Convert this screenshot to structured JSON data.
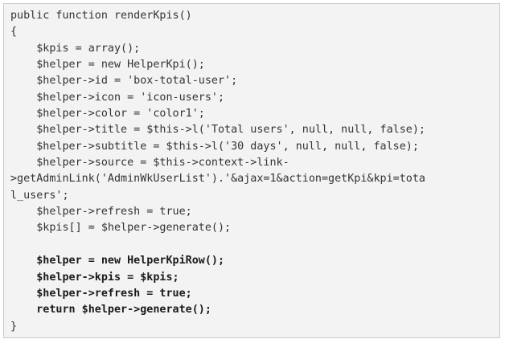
{
  "code": {
    "lines": [
      {
        "text": "public function renderKpis()",
        "bold": false
      },
      {
        "text": "{",
        "bold": false
      },
      {
        "text": "    $kpis = array();",
        "bold": false
      },
      {
        "text": "    $helper = new HelperKpi();",
        "bold": false
      },
      {
        "text": "    $helper->id = 'box-total-user';",
        "bold": false
      },
      {
        "text": "    $helper->icon = 'icon-users';",
        "bold": false
      },
      {
        "text": "    $helper->color = 'color1';",
        "bold": false
      },
      {
        "text": "    $helper->title = $this->l('Total users', null, null, false);",
        "bold": false
      },
      {
        "text": "    $helper->subtitle = $this->l('30 days', null, null, false);",
        "bold": false
      },
      {
        "text": "    $helper->source = $this->context->link-",
        "bold": false
      },
      {
        "text": ">getAdminLink('AdminWkUserList').'&ajax=1&action=getKpi&kpi=tota",
        "bold": false
      },
      {
        "text": "l_users';",
        "bold": false
      },
      {
        "text": "    $helper->refresh = true;",
        "bold": false
      },
      {
        "text": "    $kpis[] = $helper->generate();",
        "bold": false
      },
      {
        "text": "",
        "bold": false
      },
      {
        "text": "    $helper = new HelperKpiRow();",
        "bold": true
      },
      {
        "text": "    $helper->kpis = $kpis;",
        "bold": true
      },
      {
        "text": "    $helper->refresh = true;",
        "bold": true
      },
      {
        "text": "    return $helper->generate();",
        "bold": true
      },
      {
        "text": "}",
        "bold": false
      }
    ]
  }
}
